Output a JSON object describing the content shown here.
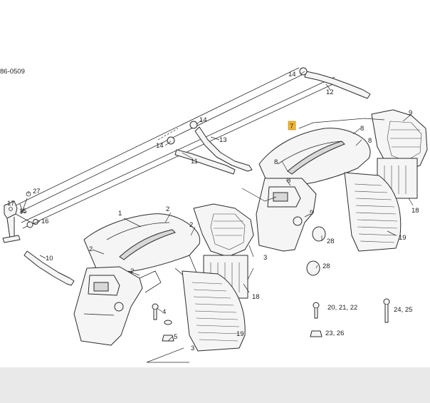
{
  "diagram": {
    "drawing_number": "86-0509",
    "highlight_color": "#f4b731",
    "highlighted_callout": "7",
    "callouts": {
      "c1": "1",
      "c2a": "2",
      "c2b": "2",
      "c2c": "2",
      "c2d": "2",
      "c3a": "3",
      "c3b": "3",
      "c4": "4",
      "c5": "5",
      "c7": "7",
      "c8a": "8",
      "c8b": "8",
      "c8c": "8",
      "c8d": "8",
      "c9a": "9",
      "c9b": "9",
      "c10": "10",
      "c11": "11",
      "c12": "12",
      "c13": "13",
      "c14a": "14",
      "c14b": "14",
      "c14c": "14",
      "c15": "15",
      "c16": "16",
      "c17": "17",
      "c18a": "18",
      "c18b": "18",
      "c19a": "19",
      "c19b": "19",
      "c27": "27",
      "c28a": "28",
      "c28b": "28",
      "c20": "20, 21, 22",
      "c23": "23, 26",
      "c24": "24, 25"
    }
  }
}
